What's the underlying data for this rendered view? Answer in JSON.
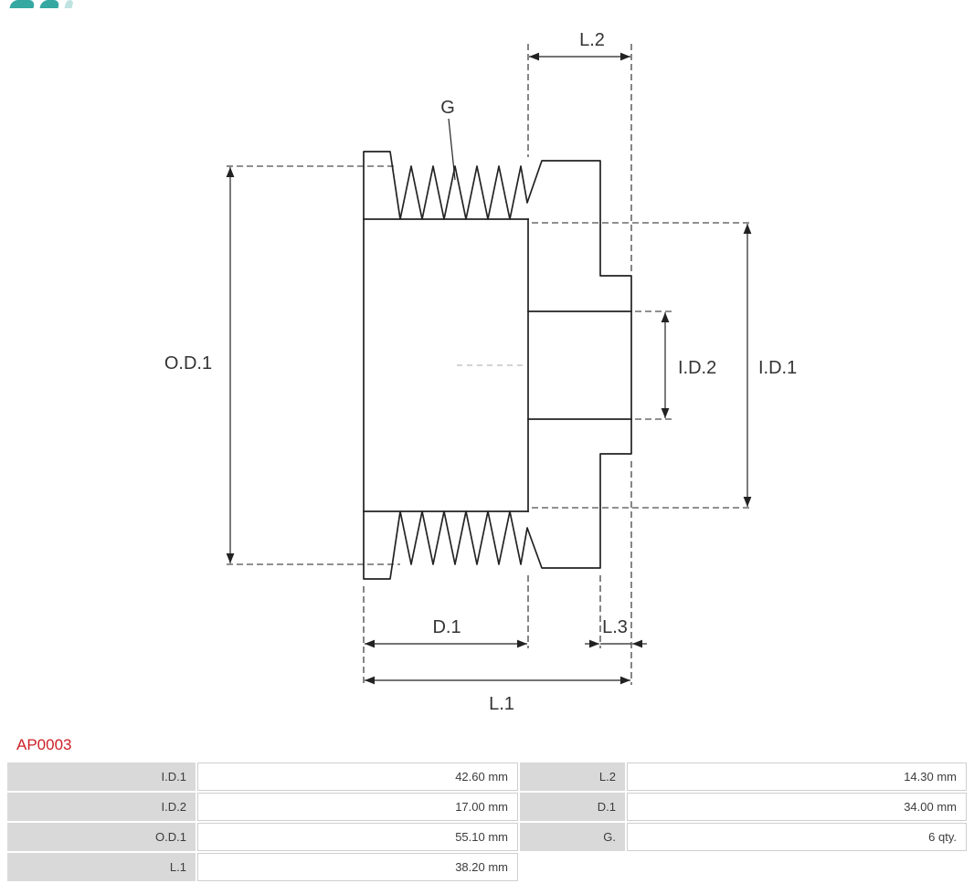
{
  "logo": {
    "name": "as-pl-logo",
    "color": "#35a8a2"
  },
  "drawing": {
    "labels": {
      "od1": "O.D.1",
      "id1": "I.D.1",
      "id2": "I.D.2",
      "l1": "L.1",
      "l2": "L.2",
      "l3": "L.3",
      "d1": "D.1",
      "g": "G"
    }
  },
  "part_number": "AP0003",
  "spec_table": {
    "rows": [
      {
        "label1": "I.D.1",
        "value1": "42.60 mm",
        "label2": "L.2",
        "value2": "14.30 mm"
      },
      {
        "label1": "I.D.2",
        "value1": "17.00 mm",
        "label2": "D.1",
        "value2": "34.00 mm"
      },
      {
        "label1": "O.D.1",
        "value1": "55.10 mm",
        "label2": "G.",
        "value2": "6 qty."
      },
      {
        "label1": "L.1",
        "value1": "38.20 mm",
        "label2": "",
        "value2": ""
      }
    ]
  },
  "colors": {
    "accent_red": "#cc2026",
    "logo_teal": "#35a8a2",
    "line": "#222222",
    "table_label_bg": "#d9d9d9",
    "table_border": "#cfcfcf"
  }
}
